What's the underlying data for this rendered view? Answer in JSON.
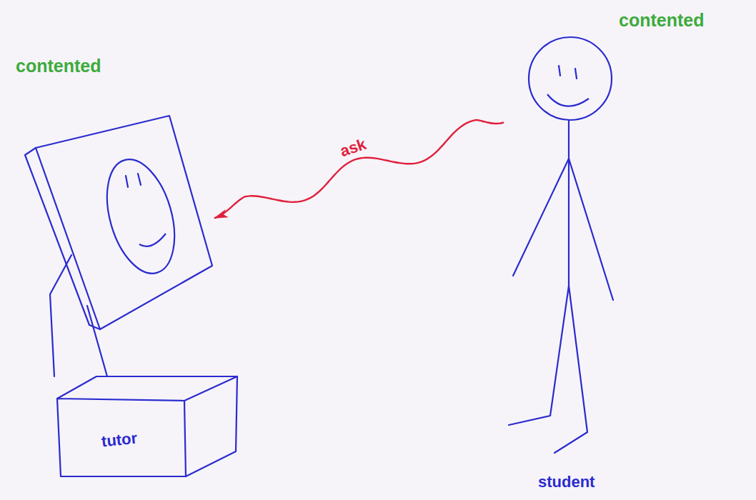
{
  "diagram": {
    "nodes": [
      {
        "text": [
          "tutor"
        ]
      },
      {
        "text": [
          "student"
        ]
      }
    ],
    "edges": [
      {
        "from": 1,
        "to": 0,
        "label": "ask",
        "arrow": "to"
      }
    ],
    "labels": [
      "contented",
      "contented"
    ]
  }
}
